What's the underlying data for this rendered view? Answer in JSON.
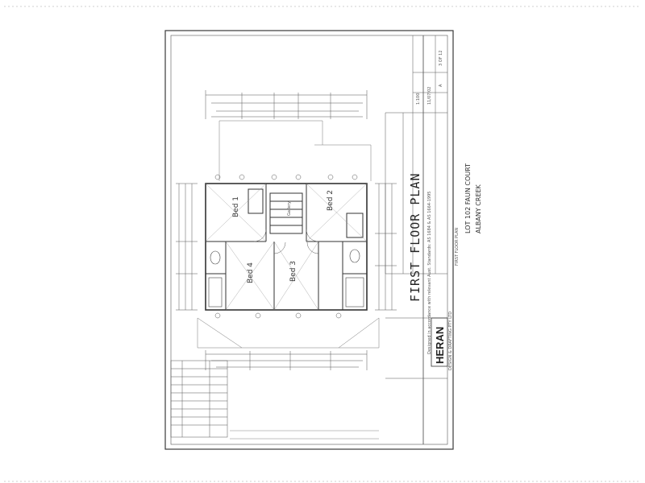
{
  "drawing": {
    "title": "FIRST FLOOR PLAN",
    "note": "Designed in accordance with relevant Aust. Standards: AS 1684 & AS 1664-1995",
    "project": {
      "lot_line": "LOT 102 FAUN COURT",
      "suburb": "ALBANY CREEK",
      "sheet_name": "FIRST FLOOR PLAN"
    },
    "company": {
      "logo": "HERAN",
      "sub": "DESIGN & DRAFTING PTY LTD"
    },
    "title_block": {
      "date": "11/07/02",
      "sheet": "3 OF 12",
      "scale": "1:100",
      "revision": "A"
    },
    "rooms": {
      "bed1": "Bed 1",
      "bed2": "Bed 2",
      "bed3": "Bed 3",
      "bed4": "Bed 4",
      "gallery": "Gallery"
    }
  },
  "colors": {
    "line": "#3a3a3a",
    "paper": "#ffffff"
  }
}
